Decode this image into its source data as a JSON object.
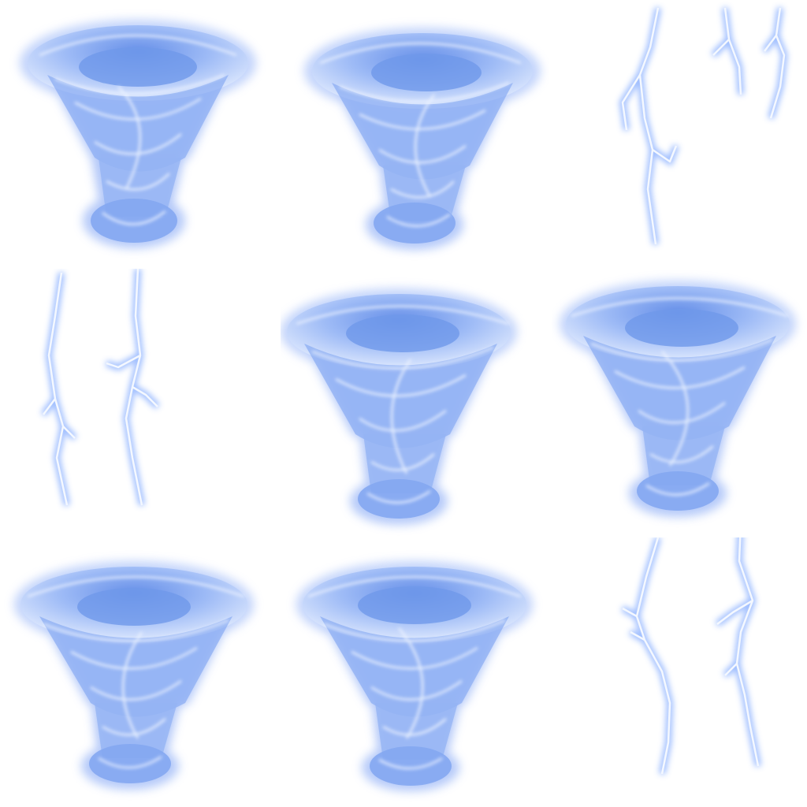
{
  "sprite_sheet": {
    "frames": [
      {
        "kind": "tornado-frame"
      },
      {
        "kind": "tornado-frame"
      },
      {
        "kind": "lightning-frame"
      },
      {
        "kind": "lightning-frame"
      },
      {
        "kind": "tornado-frame"
      },
      {
        "kind": "tornado-frame"
      },
      {
        "kind": "tornado-frame"
      },
      {
        "kind": "tornado-frame"
      },
      {
        "kind": "lightning-frame"
      }
    ],
    "colors": {
      "background": "#ffffff",
      "tornado_core": "#7fa6f2",
      "tornado_glow": "#b9cdfa",
      "tornado_highlight": "#eef4ff",
      "lightning_core": "#f4f8ff",
      "lightning_glow": "#8fb3ff"
    }
  }
}
